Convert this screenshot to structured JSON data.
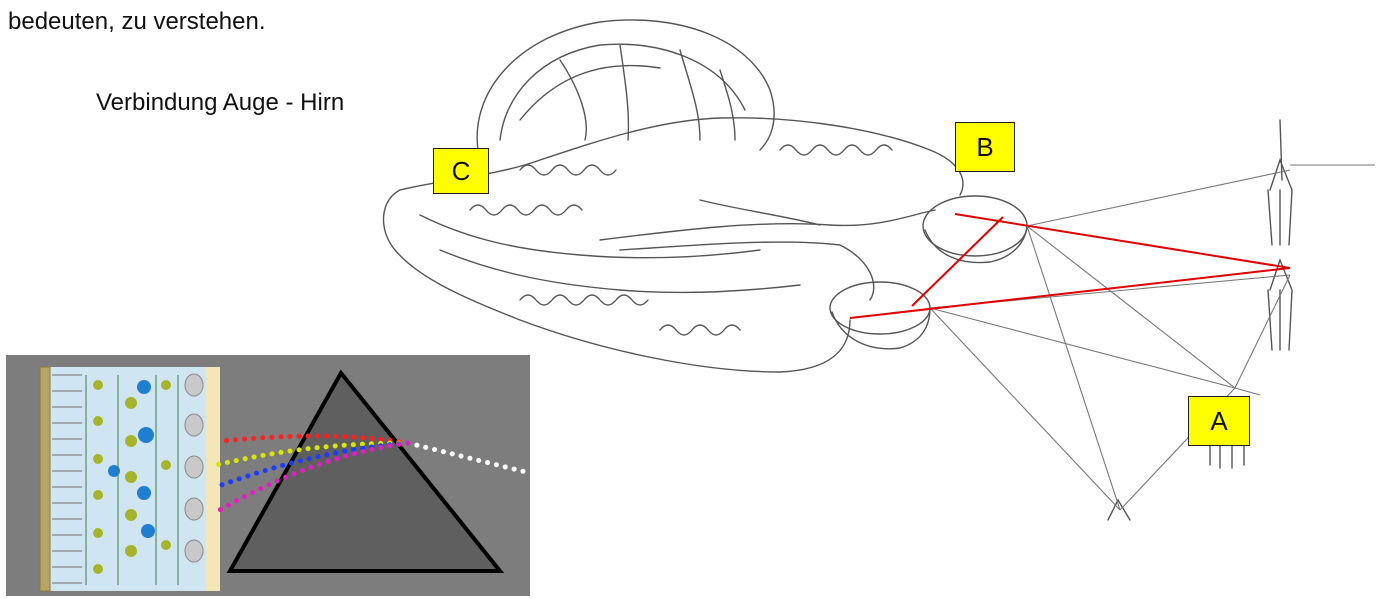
{
  "text": {
    "intro": "bedeuten, zu verstehen.",
    "caption": "Verbindung Auge - Hirn"
  },
  "labels": {
    "a": "A",
    "b": "B",
    "c": "C"
  },
  "colors": {
    "label_background": "#ffff00",
    "connection_lines": "#e00000",
    "panel_background": "#7d7d7d",
    "prism_fill": "#5f5f5f",
    "light_red": "#ff2020",
    "light_yellow": "#d8e600",
    "light_blue": "#1a3cff",
    "light_magenta": "#e020c0",
    "light_white": "#ffffff"
  }
}
